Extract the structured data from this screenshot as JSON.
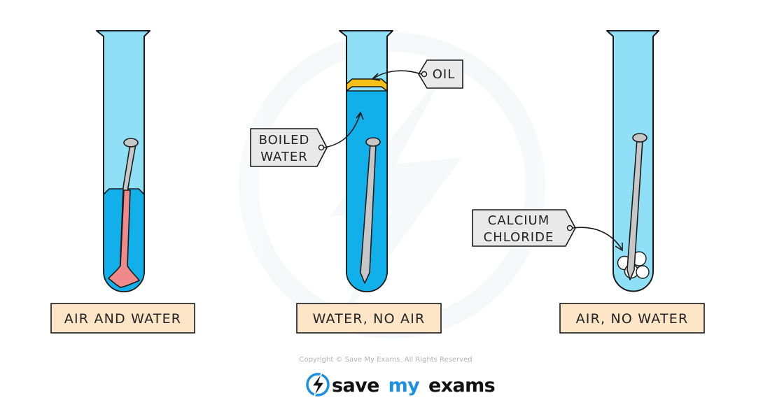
{
  "tubes": [
    {
      "caption": "AIR AND WATER"
    },
    {
      "caption": "WATER, NO AIR"
    },
    {
      "caption": "AIR, NO WATER"
    }
  ],
  "labels": {
    "oil": "OIL",
    "boiled_water": [
      "BOILED",
      "WATER"
    ],
    "calcium_chloride": [
      "CALCIUM",
      "CHLORIDE"
    ]
  },
  "footer": {
    "copyright": "Copyright © Save My Exams. All Rights Reserved",
    "brand_save": "save",
    "brand_my": "my",
    "brand_exams": "exams"
  },
  "colors": {
    "air": "#8fe0f6",
    "water": "#12b0ea",
    "oil": "#f5c018",
    "rust": "#f08a8a",
    "nail": "#c7c7c7",
    "caption_bg": "#fce6c7",
    "tag_bg": "#e9e9e9",
    "brand_accent": "#1a8fe3"
  }
}
